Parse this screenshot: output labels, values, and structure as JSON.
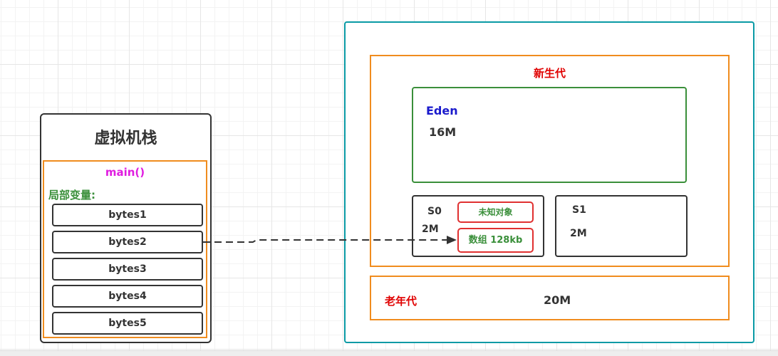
{
  "stack": {
    "title": "虚拟机栈",
    "frame": {
      "method": "main()",
      "locals_label": "局部变量:",
      "slots": [
        "bytes1",
        "bytes2",
        "bytes3",
        "bytes4",
        "bytes5"
      ]
    }
  },
  "heap": {
    "young_gen": {
      "label": "新生代",
      "eden": {
        "label": "Eden",
        "size": "16M"
      },
      "s0": {
        "label": "S0",
        "size": "2M",
        "objects": [
          "未知对象",
          "数组 128kb"
        ]
      },
      "s1": {
        "label": "S1",
        "size": "2M"
      }
    },
    "old_gen": {
      "label": "老年代",
      "size": "20M"
    }
  },
  "colors": {
    "stack_border": "#333333",
    "frame_border": "#f08c1e",
    "method_text": "#e01ee0",
    "locals_text": "#3a8f3a",
    "heap_border": "#0a9aa5",
    "generation_border": "#f08c1e",
    "generation_label": "#e00000",
    "eden_border": "#3a8f3a",
    "eden_label": "#1a1acc",
    "object_border": "#e03030",
    "object_text": "#3a8f3a"
  }
}
